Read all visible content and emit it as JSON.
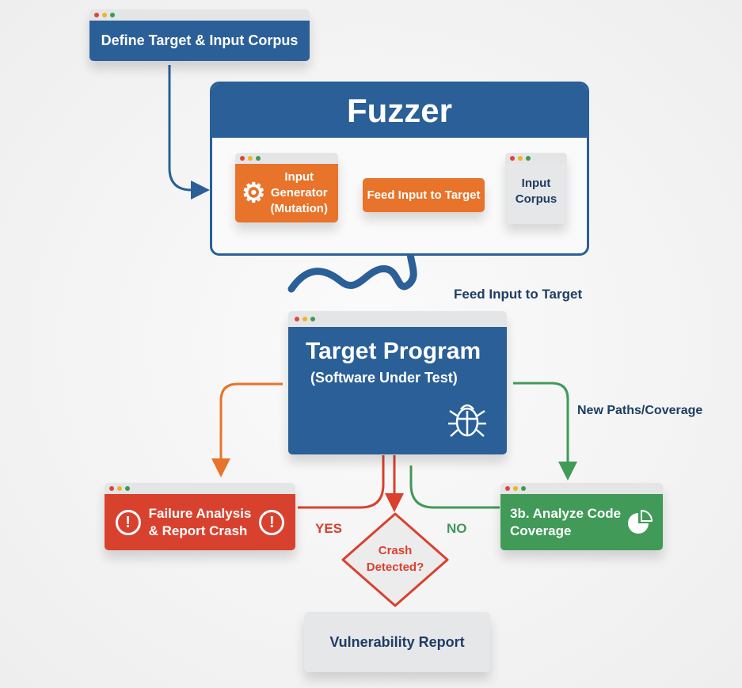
{
  "define_box": {
    "label": "Define Target & Input Corpus"
  },
  "fuzzer": {
    "title": "Fuzzer",
    "input_generator": {
      "line1": "Input",
      "line2": "Generator",
      "line3": "(Mutation)"
    },
    "feed_box": "Feed Input to Target",
    "corpus": {
      "line1": "Input",
      "line2": "Corpus"
    }
  },
  "feed_label": "Feed Input to Target",
  "target": {
    "title": "Target Program",
    "subtitle": "(Software Under Test)"
  },
  "new_paths_label": "New Paths/Coverage",
  "failure": {
    "line1": "Failure Analysis",
    "line2": "& Report Crash"
  },
  "yes_label": "YES",
  "no_label": "NO",
  "decision": {
    "line1": "Crash",
    "line2": "Detected?"
  },
  "coverage": {
    "line1": "3b. Analyze Code",
    "line2": "Coverage"
  },
  "vuln_report": "Vulnerability Report",
  "colors": {
    "blue": "#2a5f97",
    "orange": "#e8732a",
    "red": "#d9412f",
    "green": "#419a57",
    "navy": "#1f3d63"
  }
}
